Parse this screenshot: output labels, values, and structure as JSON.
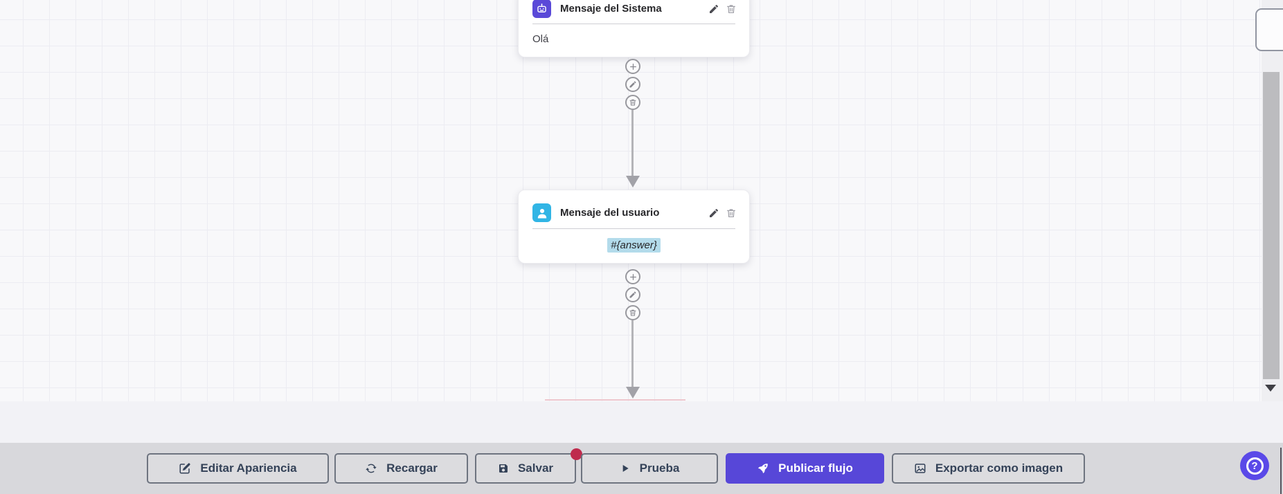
{
  "canvas": {
    "nodes": [
      {
        "icon": "robot-icon",
        "title": "Mensaje del Sistema",
        "body": "Olá",
        "accent_color": "#5a49d8"
      },
      {
        "icon": "user-icon",
        "title": "Mensaje del usuario",
        "body": "#{answer}",
        "accent_color": "#31b5e5",
        "body_highlight_color": "#b3dbeb"
      }
    ],
    "connector_actions": [
      "add",
      "edit",
      "delete"
    ]
  },
  "toolbar": {
    "buttons": [
      {
        "label": "Editar Apariencia",
        "icon": "edit-square-icon"
      },
      {
        "label": "Recargar",
        "icon": "refresh-icon"
      },
      {
        "label": "Salvar",
        "icon": "save-icon",
        "has_badge": true
      },
      {
        "label": "Prueba",
        "icon": "play-icon"
      },
      {
        "label": "Publicar flujo",
        "icon": "rocket-icon",
        "primary": true,
        "color": "#5747d8"
      },
      {
        "label": "Exportar como imagen",
        "icon": "image-icon"
      }
    ],
    "badge_color": "#bf2b4d"
  },
  "help": {
    "label": "?",
    "color": "#5a49e8"
  }
}
